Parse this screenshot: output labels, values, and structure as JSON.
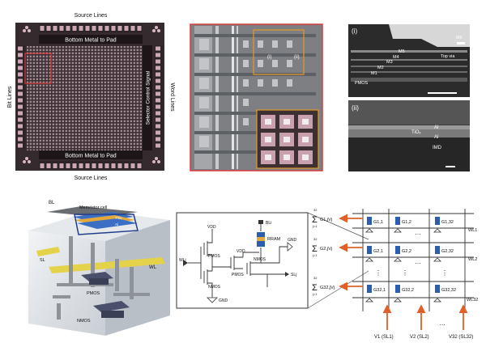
{
  "panel_chip": {
    "top_label": "Source Lines",
    "bottom_label": "Source Lines",
    "left_label": "Bit Lines",
    "right_label": "Word Lines",
    "top_bar": "Bottom Metal to Pad",
    "bottom_bar": "Bottom Metal to Pad",
    "vertical_bar": "Selector Control Signal"
  },
  "panel_zoom": {
    "marker_i": "(i)",
    "marker_ii": "(ii)"
  },
  "panel_sem_i": {
    "tag": "(i)",
    "labels": [
      "M6",
      "M5",
      "M4",
      "M3",
      "M2",
      "M1",
      "PMOS",
      "Top via"
    ]
  },
  "panel_sem_ii": {
    "tag": "(ii)",
    "labels": [
      "Al",
      "TiOₓ",
      "Al",
      "IMD"
    ]
  },
  "panel_3d": {
    "bl": "BL",
    "memristor_cell": "Memristor cell",
    "cell_labels": [
      "TiOₓ",
      "Al"
    ],
    "wl": "WL",
    "sl": "SL",
    "pmos": "PMOS",
    "nmos": "NMOS"
  },
  "circuit": {
    "vdd1": "VDD",
    "vdd2": "VDD",
    "bl": "BLi",
    "rram": "RRAM",
    "gnd_right": "GND",
    "sl": "SLj",
    "wl": "WLi",
    "pmos1": "PMOS",
    "pmos2": "PMOS",
    "nmos1": "NMOS",
    "nmos2": "NMOS",
    "gnd_bottom": "GND"
  },
  "array": {
    "sums": [
      {
        "upper": "32",
        "lower": "j=1",
        "term": "G1,jVj"
      },
      {
        "upper": "32",
        "lower": "j=1",
        "term": "G2,jVj"
      },
      {
        "upper": "32",
        "lower": "j=1",
        "term": "G32,jVj"
      }
    ],
    "cells_row1": [
      "G1,1",
      "G1,2",
      "G1,32"
    ],
    "cells_row2": [
      "G2,1",
      "G2,2",
      "G2,32"
    ],
    "cells_row3": [
      "G32,1",
      "G32,2",
      "G32,32"
    ],
    "wl_labels": [
      "WL1",
      "WL2",
      "WL32"
    ],
    "v_labels": [
      "V1 (SL1)",
      "V2 (SL2)",
      "V32 (SL32)"
    ],
    "dots_h": "…",
    "dots_v": "⋮"
  },
  "colors": {
    "chip_bg": "#3a2f33",
    "sem_bg": "#2a2a2a",
    "accent_orange": "#e0602a",
    "highlight_red": "#d83a3a",
    "rram_blue": "#2d5db0",
    "wl_yellow": "#e4d24a"
  }
}
